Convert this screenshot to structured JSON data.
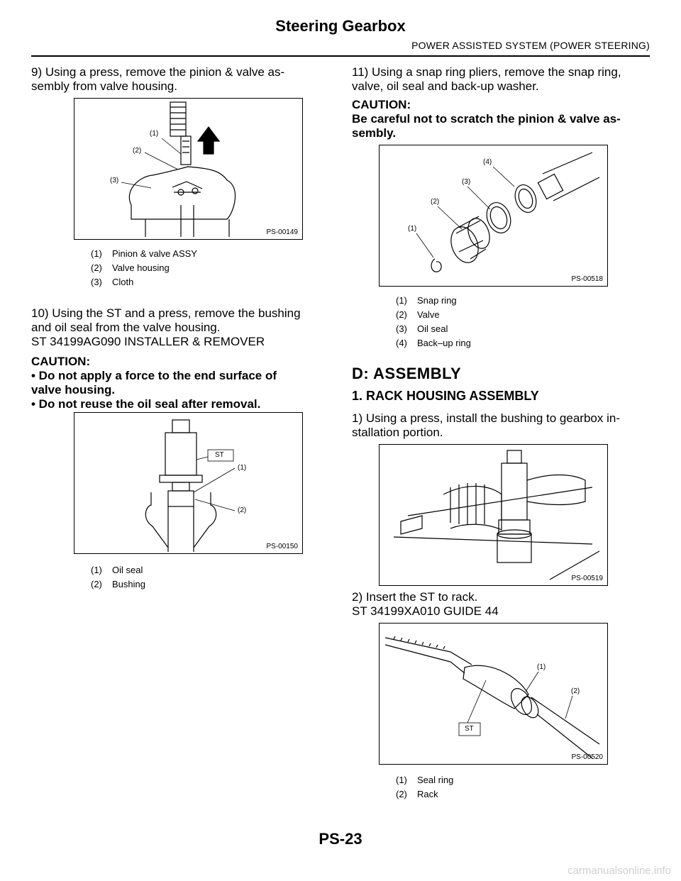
{
  "header": {
    "title": "Steering Gearbox",
    "subtitle": "POWER ASSISTED SYSTEM (POWER STEERING)"
  },
  "left": {
    "step9": [
      "9) Using a press, remove the pinion & valve as-",
      "sembly from valve housing."
    ],
    "fig1": {
      "id": "PS-00149",
      "labels": [
        "(1)",
        "(2)",
        "(3)"
      ],
      "legend": [
        [
          "(1)",
          "Pinion & valve ASSY"
        ],
        [
          "(2)",
          "Valve housing"
        ],
        [
          "(3)",
          "Cloth"
        ]
      ]
    },
    "step10": [
      "10) Using the ST and a press, remove the bushing",
      "and oil seal from the valve housing.",
      "ST    34199AG090    INSTALLER & REMOVER"
    ],
    "caution_title": "CAUTION:",
    "caution_lines": [
      "•  Do not apply a force to the end surface of",
      "valve housing.",
      "•  Do not reuse the oil seal after removal."
    ],
    "fig2": {
      "id": "PS-00150",
      "labels": [
        "ST",
        "(1)",
        "(2)"
      ],
      "legend": [
        [
          "(1)",
          "Oil seal"
        ],
        [
          "(2)",
          "Bushing"
        ]
      ]
    }
  },
  "right": {
    "step11": [
      "11) Using a snap ring pliers, remove the snap ring,",
      "valve, oil seal and back-up washer."
    ],
    "caution_title": "CAUTION:",
    "caution_lines": [
      "Be careful not to scratch the pinion & valve as-",
      "sembly."
    ],
    "fig3": {
      "id": "PS-00518",
      "labels": [
        "(1)",
        "(2)",
        "(3)",
        "(4)"
      ],
      "legend": [
        [
          "(1)",
          "Snap ring"
        ],
        [
          "(2)",
          "Valve"
        ],
        [
          "(3)",
          "Oil seal"
        ],
        [
          "(4)",
          "Back–up ring"
        ]
      ]
    },
    "section_d": "D:  ASSEMBLY",
    "section_1": "1.  RACK HOUSING ASSEMBLY",
    "step1": [
      "1) Using a press, install the bushing to gearbox in-",
      "stallation portion."
    ],
    "fig4": {
      "id": "PS-00519"
    },
    "step2": [
      "2) Insert the ST to rack.",
      "ST    34199XA010    GUIDE 44"
    ],
    "fig5": {
      "id": "PS-00520",
      "labels": [
        "(1)",
        "(2)",
        "ST"
      ],
      "legend": [
        [
          "(1)",
          "Seal ring"
        ],
        [
          "(2)",
          "Rack"
        ]
      ]
    }
  },
  "footer": {
    "page": "PS-23",
    "watermark": "carmanualsonline.info"
  }
}
